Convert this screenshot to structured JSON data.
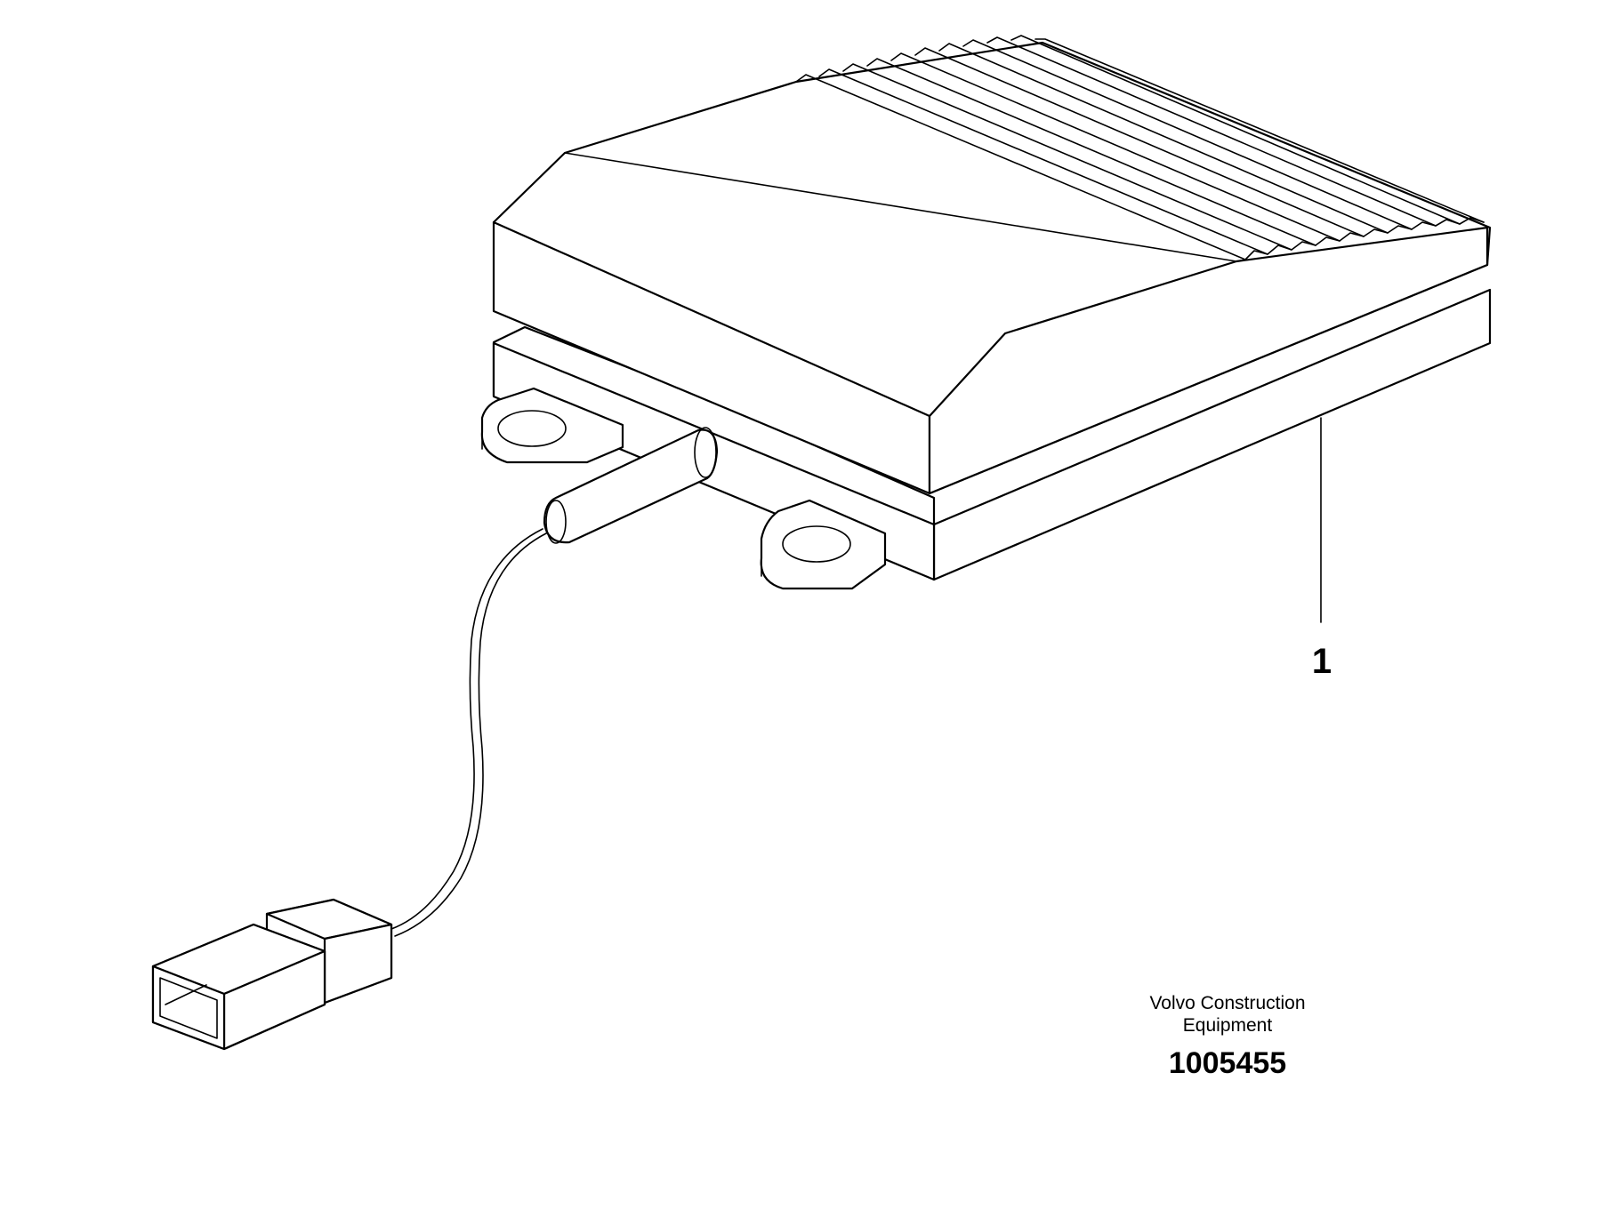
{
  "diagram": {
    "callouts": [
      {
        "number": "1"
      }
    ],
    "manufacturer_line1": "Volvo Construction",
    "manufacturer_line2": "Equipment",
    "illustration_number": "1005455",
    "stroke_color": "#000000",
    "background_color": "#ffffff"
  }
}
